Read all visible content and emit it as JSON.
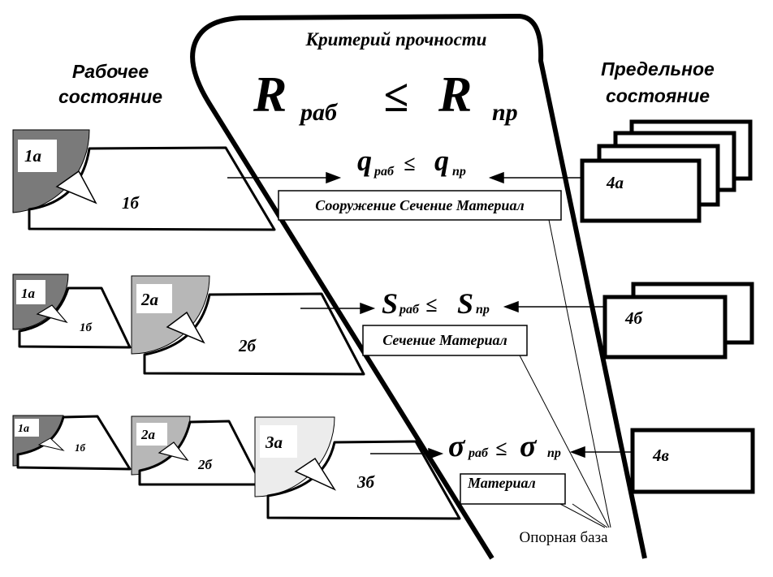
{
  "title": {
    "criterion": "Критерий прочности",
    "formula_main": "R",
    "formula_sub_left": "раб",
    "formula_op": "≤",
    "formula_sub_right": "пр"
  },
  "left_heading": {
    "line1": "Рабочее",
    "line2": "состояние"
  },
  "right_heading": {
    "line1": "Предельное",
    "line2": "состояние"
  },
  "rows": [
    {
      "formula_main": "q",
      "sub_left": "раб",
      "op": "≤",
      "sub_right": "пр",
      "box_label": "Сооружение Сечение Материал",
      "limit_label": "4а",
      "work_labels": [
        "1а",
        "1б"
      ]
    },
    {
      "formula_main": "S",
      "sub_left": "раб",
      "op": "≤",
      "sub_right": "пр",
      "box_label": "Сечение Материал",
      "limit_label": "4б",
      "work_labels": [
        "1а",
        "1б",
        "2а",
        "2б"
      ]
    },
    {
      "formula_main": "σ",
      "sub_left": "раб",
      "op": "≤",
      "sub_right": "пр",
      "box_label": "Материал",
      "limit_label": "4в",
      "work_labels": [
        "1а",
        "1б",
        "2а",
        "2б",
        "3а",
        "3б"
      ]
    }
  ],
  "base_label": "Опорная база",
  "colors": {
    "dark_gray": "#7a7a7a",
    "mid_gray": "#b7b7b7",
    "light_gray": "#ececec",
    "line": "#000000"
  }
}
